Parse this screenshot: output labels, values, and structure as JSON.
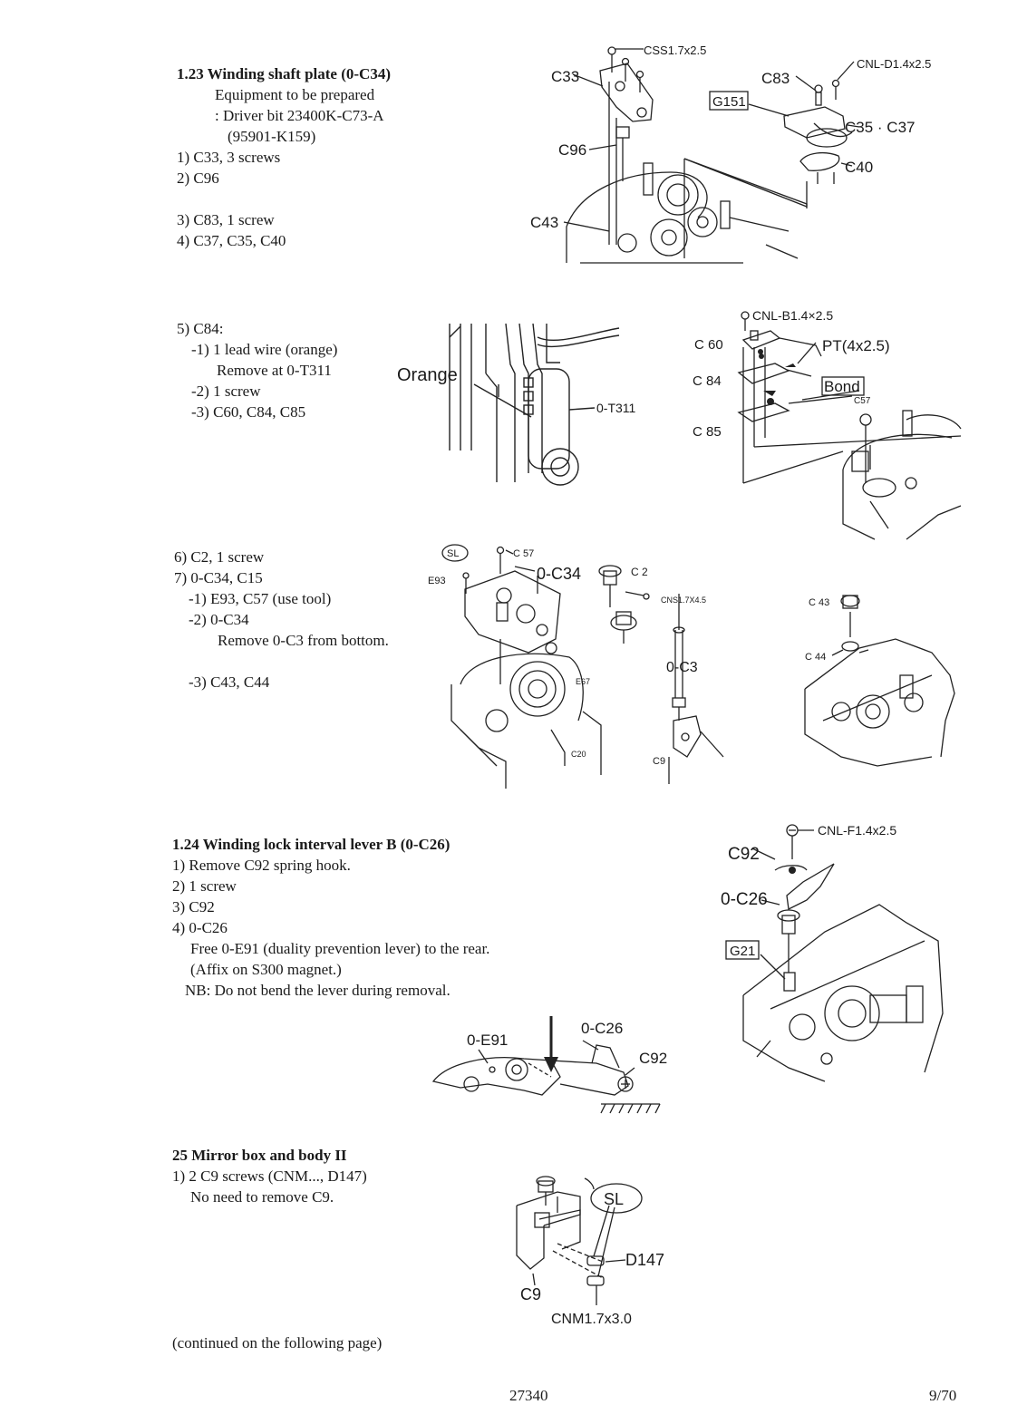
{
  "s123": {
    "title": "1.23 Winding shaft plate (0-C34)",
    "equip": "Equipment to be prepared",
    "bit": ": Driver bit 23400K-C73-A",
    "bit_alt": "(95901-K159)",
    "step1": "1) C33, 3 screws",
    "step2": "2) C96",
    "step3": "3) C83, 1 screw",
    "step4": "4) C37, C35, C40",
    "step5": "5) C84:",
    "step5_1": "-1) 1 lead wire (orange)",
    "step5_1b": "Remove at 0-T311",
    "step5_2": "-2) 1 screw",
    "step5_3": "-3) C60, C84, C85",
    "step6": "6) C2, 1 screw",
    "step7": "7) 0-C34, C15",
    "step7_1": "-1) E93, C57 (use tool)",
    "step7_2": "-2) 0-C34",
    "step7_2b": "Remove 0-C3 from bottom.",
    "step7_3": "-3) C43, C44"
  },
  "fig1": {
    "css": "CSS1.7x2.5",
    "c33": "C33",
    "c96": "C96",
    "c43": "C43",
    "c83": "C83",
    "cnl": "CNL-D1.4x2.5",
    "g151": "G151",
    "c35": "C35 · C37",
    "c40": "C40"
  },
  "fig2": {
    "orange": "Orange",
    "t311": "0-T311"
  },
  "fig3": {
    "cnl": "CNL-B1.4×2.5",
    "c60": "C 60",
    "c84": "C 84",
    "c85": "C 85",
    "pt": "PT(4x2.5)",
    "bond": "Bond",
    "c57": "C57"
  },
  "fig4": {
    "sl": "SL",
    "c57": "C 57",
    "e93": "E93",
    "c34": "0-C34",
    "c2": "C 2",
    "cns": "CNS1.7X4.5",
    "c3": "0-C3",
    "e67": "E67",
    "c20": "C20",
    "c9": "C9",
    "c43": "C 43",
    "c44": "C 44"
  },
  "s124": {
    "title": "1.24 Winding lock interval lever B (0-C26)",
    "step1": "1) Remove C92 spring hook.",
    "step2": "2) 1 screw",
    "step3": "3) C92",
    "step4": "4) 0-C26",
    "free": "Free 0-E91 (duality prevention lever) to the rear.",
    "affix": "(Affix on S300 magnet.)",
    "nb": "NB: Do not bend the lever during removal."
  },
  "fig5": {
    "cnl": "CNL-F1.4x2.5",
    "c92": "C92",
    "c26": "0-C26",
    "g21": "G21"
  },
  "fig6": {
    "e91": "0-E91",
    "c26": "0-C26",
    "c92": "C92"
  },
  "s125": {
    "title": "25  Mirror box and body II",
    "step1": "1) 2 C9 screws (CNM..., D147)",
    "note": "No need to remove C9."
  },
  "fig7": {
    "sl": "SL",
    "d147": "D147",
    "c9": "C9",
    "cnm": "CNM1.7x3.0"
  },
  "footer": {
    "continued": "(continued on the following page)",
    "doc": "27340",
    "page": "9/70"
  }
}
